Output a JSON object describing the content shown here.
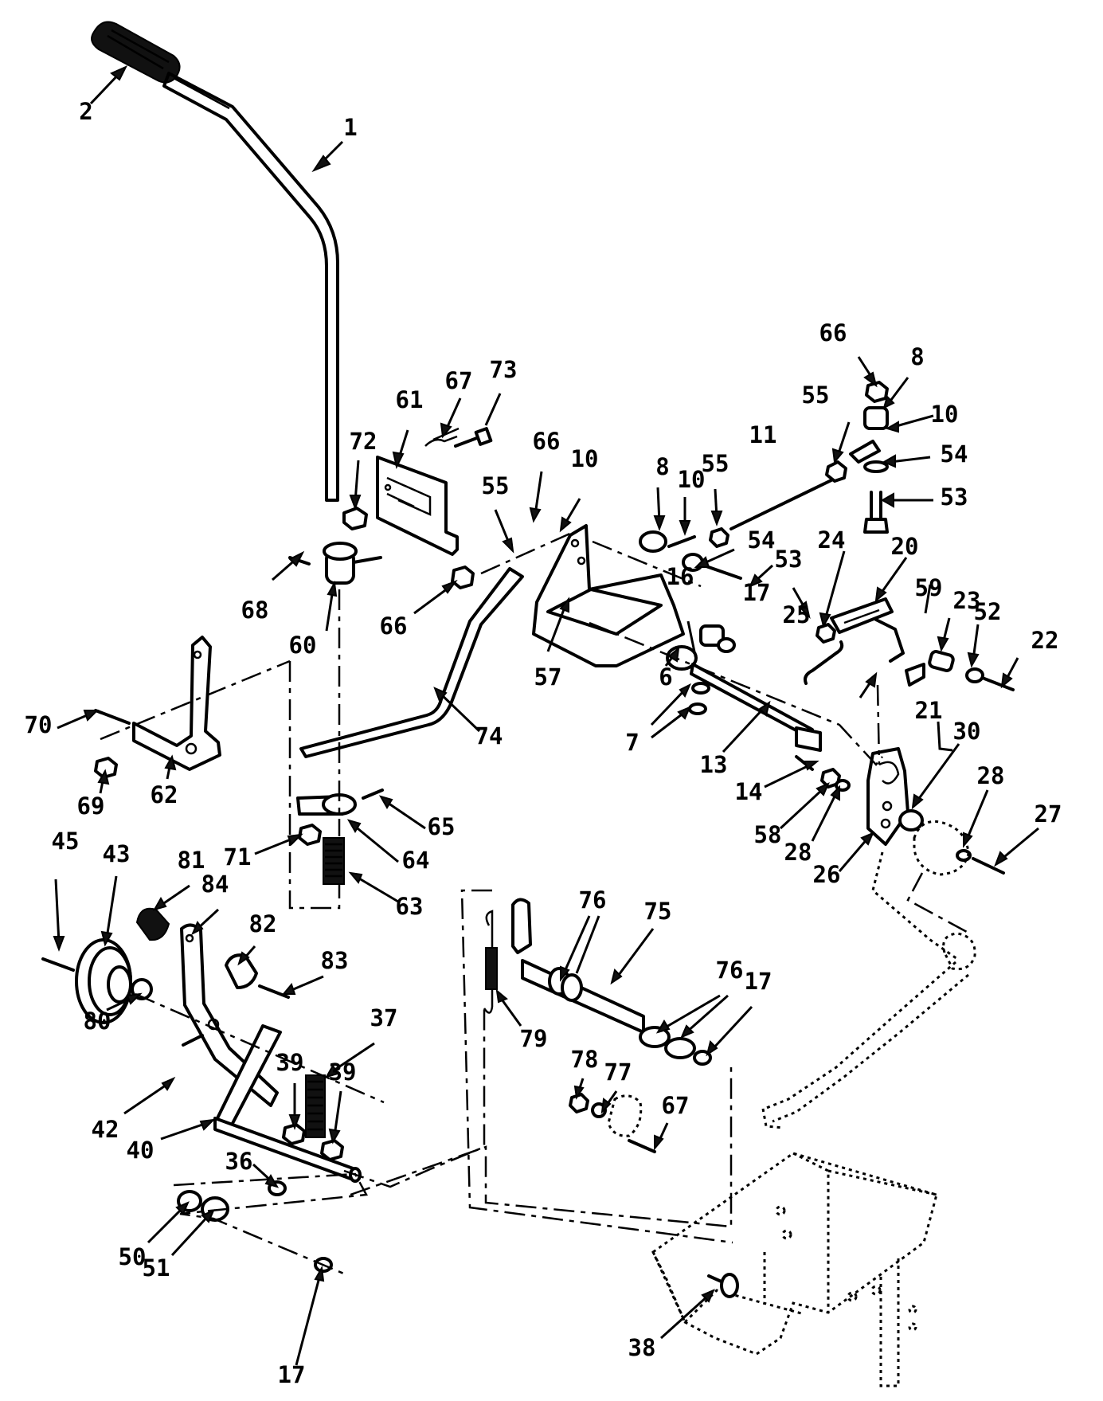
{
  "callouts": [
    {
      "id": "c-2",
      "label": "2"
    },
    {
      "id": "c-1",
      "label": "1"
    },
    {
      "id": "c-61",
      "label": "61"
    },
    {
      "id": "c-67",
      "label": "67"
    },
    {
      "id": "c-73",
      "label": "73"
    },
    {
      "id": "c-72",
      "label": "72"
    },
    {
      "id": "c-68",
      "label": "68"
    },
    {
      "id": "c-60",
      "label": "60"
    },
    {
      "id": "c-66a",
      "label": "66"
    },
    {
      "id": "c-66b",
      "label": "66"
    },
    {
      "id": "c-66c",
      "label": "66"
    },
    {
      "id": "c-10a",
      "label": "10"
    },
    {
      "id": "c-10b",
      "label": "10"
    },
    {
      "id": "c-10c",
      "label": "10"
    },
    {
      "id": "c-55a",
      "label": "55"
    },
    {
      "id": "c-55b",
      "label": "55"
    },
    {
      "id": "c-55c",
      "label": "55"
    },
    {
      "id": "c-8a",
      "label": "8"
    },
    {
      "id": "c-8b",
      "label": "8"
    },
    {
      "id": "c-11",
      "label": "11"
    },
    {
      "id": "c-54a",
      "label": "54"
    },
    {
      "id": "c-54b",
      "label": "54"
    },
    {
      "id": "c-53a",
      "label": "53"
    },
    {
      "id": "c-53b",
      "label": "53"
    },
    {
      "id": "c-24",
      "label": "24"
    },
    {
      "id": "c-20",
      "label": "20"
    },
    {
      "id": "c-16",
      "label": "16"
    },
    {
      "id": "c-17a",
      "label": "17"
    },
    {
      "id": "c-17b",
      "label": "17"
    },
    {
      "id": "c-17c",
      "label": "17"
    },
    {
      "id": "c-25",
      "label": "25"
    },
    {
      "id": "c-59",
      "label": "59"
    },
    {
      "id": "c-23",
      "label": "23"
    },
    {
      "id": "c-52",
      "label": "52"
    },
    {
      "id": "c-22",
      "label": "22"
    },
    {
      "id": "c-57",
      "label": "57"
    },
    {
      "id": "c-6",
      "label": "6"
    },
    {
      "id": "c-7",
      "label": "7"
    },
    {
      "id": "c-13",
      "label": "13"
    },
    {
      "id": "c-21",
      "label": "21"
    },
    {
      "id": "c-30",
      "label": "30"
    },
    {
      "id": "c-28a",
      "label": "28"
    },
    {
      "id": "c-28b",
      "label": "28"
    },
    {
      "id": "c-27",
      "label": "27"
    },
    {
      "id": "c-14",
      "label": "14"
    },
    {
      "id": "c-58",
      "label": "58"
    },
    {
      "id": "c-26",
      "label": "26"
    },
    {
      "id": "c-70",
      "label": "70"
    },
    {
      "id": "c-69",
      "label": "69"
    },
    {
      "id": "c-62",
      "label": "62"
    },
    {
      "id": "c-74",
      "label": "74"
    },
    {
      "id": "c-65",
      "label": "65"
    },
    {
      "id": "c-71",
      "label": "71"
    },
    {
      "id": "c-64",
      "label": "64"
    },
    {
      "id": "c-63",
      "label": "63"
    },
    {
      "id": "c-45",
      "label": "45"
    },
    {
      "id": "c-43",
      "label": "43"
    },
    {
      "id": "c-81",
      "label": "81"
    },
    {
      "id": "c-84",
      "label": "84"
    },
    {
      "id": "c-82",
      "label": "82"
    },
    {
      "id": "c-83",
      "label": "83"
    },
    {
      "id": "c-80",
      "label": "80"
    },
    {
      "id": "c-76a",
      "label": "76"
    },
    {
      "id": "c-76b",
      "label": "76"
    },
    {
      "id": "c-75",
      "label": "75"
    },
    {
      "id": "c-79",
      "label": "79"
    },
    {
      "id": "c-37",
      "label": "37"
    },
    {
      "id": "c-39a",
      "label": "39"
    },
    {
      "id": "c-39b",
      "label": "39"
    },
    {
      "id": "c-42",
      "label": "42"
    },
    {
      "id": "c-40",
      "label": "40"
    },
    {
      "id": "c-78",
      "label": "78"
    },
    {
      "id": "c-77",
      "label": "77"
    },
    {
      "id": "c-67b",
      "label": "67"
    },
    {
      "id": "c-36",
      "label": "36"
    },
    {
      "id": "c-50",
      "label": "50"
    },
    {
      "id": "c-51",
      "label": "51"
    },
    {
      "id": "c-38",
      "label": "38"
    }
  ]
}
